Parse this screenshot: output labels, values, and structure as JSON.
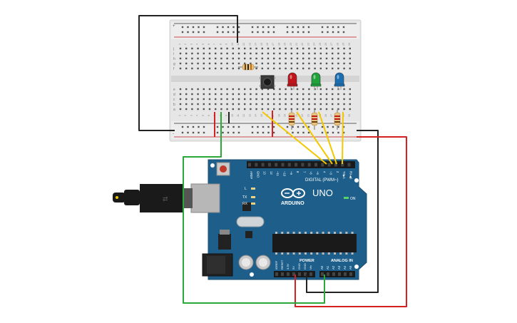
{
  "breadboard": {
    "row_letters_top": [
      "j",
      "i",
      "h",
      "g",
      "f"
    ],
    "row_letters_bottom": [
      "e",
      "d",
      "c",
      "b",
      "a"
    ],
    "power_plus": "+",
    "power_minus": "-",
    "column_numbers": [
      "1",
      "2",
      "3",
      "4",
      "5",
      "6",
      "7",
      "8",
      "9",
      "10",
      "11",
      "12",
      "13",
      "14",
      "15",
      "16",
      "17",
      "18",
      "19",
      "20",
      "21",
      "22",
      "23",
      "24",
      "25",
      "26",
      "27",
      "28",
      "29",
      "30"
    ]
  },
  "leds": [
    {
      "color": "red",
      "hex": "#c0141a"
    },
    {
      "color": "green",
      "hex": "#1fa33a"
    },
    {
      "color": "blue",
      "hex": "#1a6fb3"
    }
  ],
  "arduino": {
    "brand": "ARDUINO",
    "model": "UNO",
    "digital_header_label": "DIGITAL (PWM~)",
    "on_label": "ON",
    "power_label": "POWER",
    "analog_label": "ANALOG IN",
    "leds_label": [
      "L",
      "TX",
      "RX"
    ],
    "digital_pins": [
      "AREF",
      "GND",
      "13",
      "12",
      "~11",
      "~10",
      "~9",
      "8",
      "7",
      "~6",
      "~5",
      "4",
      "~3",
      "2",
      "TX▶1",
      "RX◀0"
    ],
    "power_pins": [
      "IOREF",
      "RESET",
      "3.3V",
      "5V",
      "GND",
      "GND",
      "Vin"
    ],
    "analog_pins": [
      "A0",
      "A1",
      "A2",
      "A3",
      "A4",
      "A5"
    ],
    "board_color": "#1d5f8a"
  },
  "wires": {
    "black": "#222222",
    "red": "#d42222",
    "green": "#2aa83a",
    "yellow": "#f2c800"
  }
}
